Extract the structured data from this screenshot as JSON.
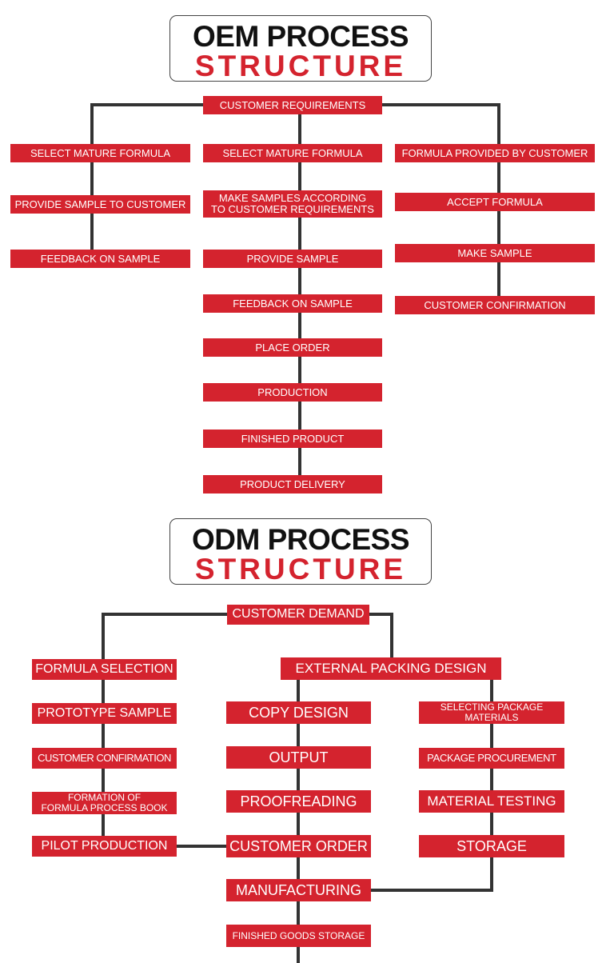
{
  "colors": {
    "box": "#d4232e",
    "line": "#333333",
    "title_red": "#d4232e"
  },
  "oem": {
    "title_line1": "OEM PROCESS",
    "title_line2": "STRUCTURE",
    "root": "CUSTOMER REQUIREMENTS",
    "left": [
      "SELECT MATURE FORMULA",
      "PROVIDE SAMPLE TO CUSTOMER",
      "FEEDBACK ON SAMPLE"
    ],
    "center": [
      "SELECT MATURE FORMULA",
      "MAKE SAMPLES ACCORDING\nTO CUSTOMER REQUIREMENTS",
      "PROVIDE SAMPLE",
      "FEEDBACK ON SAMPLE",
      "PLACE ORDER",
      "PRODUCTION",
      "FINISHED PRODUCT",
      "PRODUCT DELIVERY"
    ],
    "right": [
      "FORMULA PROVIDED BY CUSTOMER",
      "ACCEPT FORMULA",
      "MAKE SAMPLE",
      "CUSTOMER CONFIRMATION"
    ]
  },
  "odm": {
    "title_line1": "ODM PROCESS",
    "title_line2": "STRUCTURE",
    "root": "CUSTOMER DEMAND",
    "left": [
      "FORMULA SELECTION",
      "PROTOTYPE SAMPLE",
      "CUSTOMER CONFIRMATION",
      "FORMATION OF\nFORMULA PROCESS BOOK",
      "PILOT PRODUCTION"
    ],
    "external": "EXTERNAL PACKING DESIGN",
    "center": [
      "COPY DESIGN",
      "OUTPUT",
      "PROOFREADING",
      "CUSTOMER ORDER",
      "MANUFACTURING",
      "FINISHED GOODS STORAGE"
    ],
    "right": [
      "SELECTING PACKAGE\nMATERIALS",
      "PACKAGE PROCUREMENT",
      "MATERIAL TESTING",
      "STORAGE"
    ]
  }
}
